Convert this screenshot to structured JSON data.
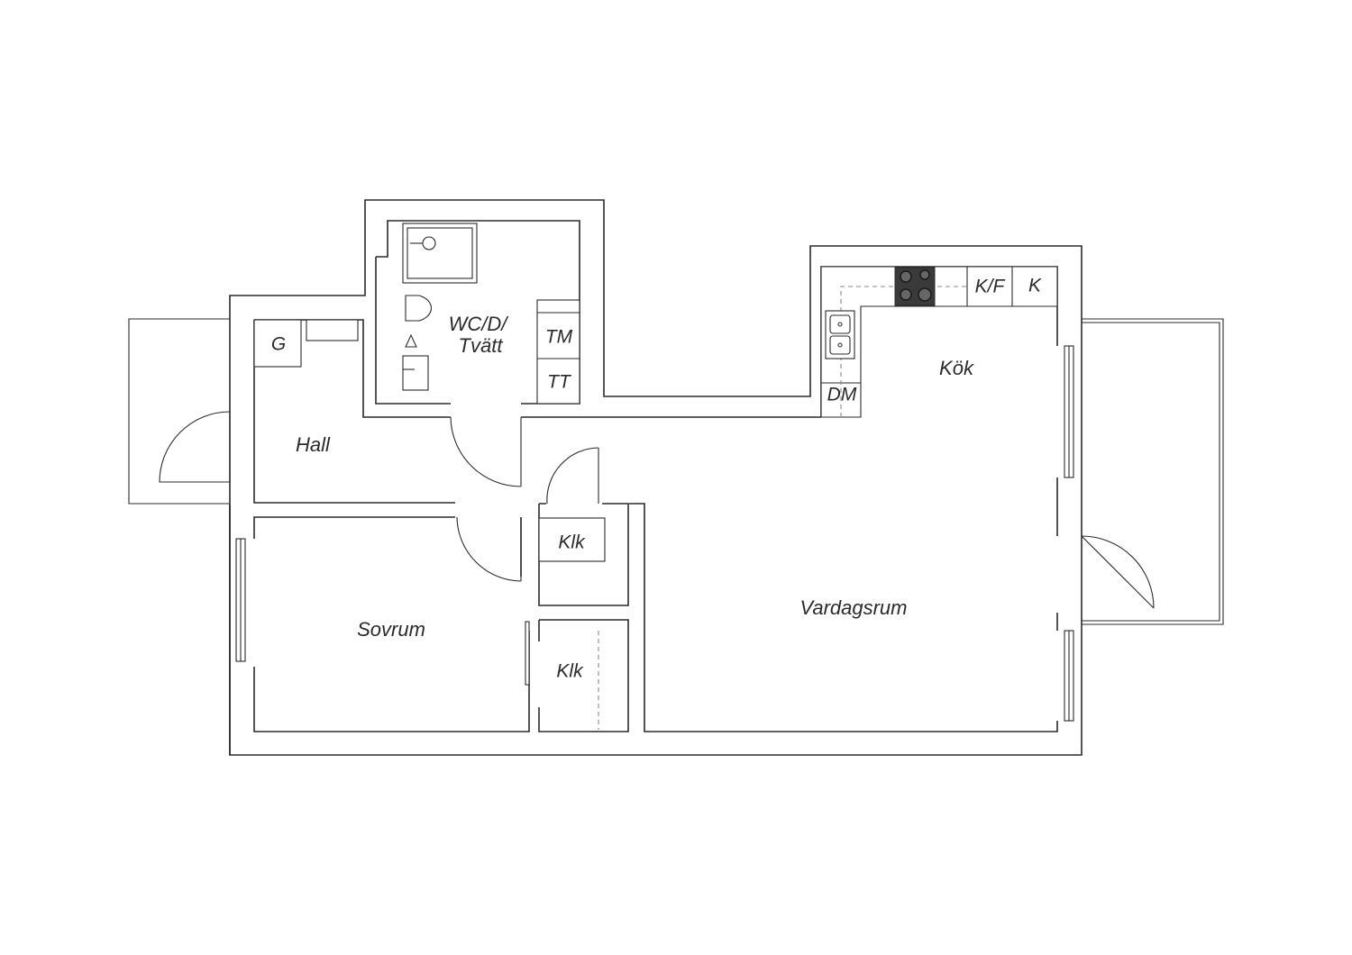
{
  "floorplan": {
    "rooms": {
      "hall": "Hall",
      "wc_line1": "WC/D/",
      "wc_line2": "Tvätt",
      "kitchen": "Kök",
      "living": "Vardagsrum",
      "bedroom": "Sovrum",
      "closet_upper": "Klk",
      "closet_lower": "Klk"
    },
    "fixtures": {
      "wardrobe": "G",
      "washer": "TM",
      "dryer": "TT",
      "fridge_freezer": "K/F",
      "fridge": "K",
      "dishwasher": "DM"
    },
    "icons": [
      "shower-icon",
      "toilet-icon",
      "sink-icon",
      "stove-icon",
      "kitchen-sink-icon",
      "door-swing-icon",
      "window-icon"
    ]
  }
}
